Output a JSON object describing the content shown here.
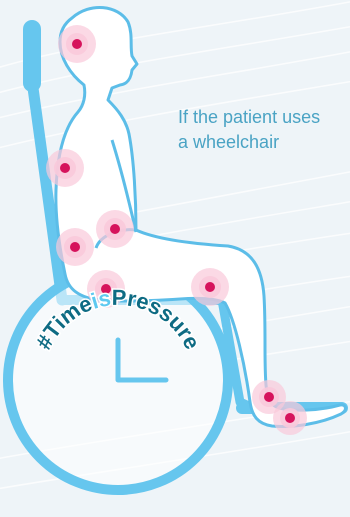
{
  "caption": {
    "line1": "If the patient uses",
    "line2": "a wheelchair"
  },
  "badge": {
    "hash": "#",
    "time": "Time",
    "is": "is",
    "pressure": "Pressure"
  },
  "colors": {
    "background": "#eef4f8",
    "chair_blue": "#66c6ee",
    "figure_outline": "#5cbde8",
    "figure_fill": "#ffffff",
    "caption_text": "#4aa3c4",
    "badge_dark": "#0e6b83",
    "badge_light": "#5ec9f0",
    "pressure_halo": "#f9c9da",
    "pressure_dot": "#d6135c"
  },
  "pressure_points": [
    {
      "name": "back-of-head"
    },
    {
      "name": "shoulder-blade"
    },
    {
      "name": "elbow"
    },
    {
      "name": "lower-back"
    },
    {
      "name": "buttock"
    },
    {
      "name": "back-of-knee"
    },
    {
      "name": "heel"
    },
    {
      "name": "ankle"
    }
  ]
}
